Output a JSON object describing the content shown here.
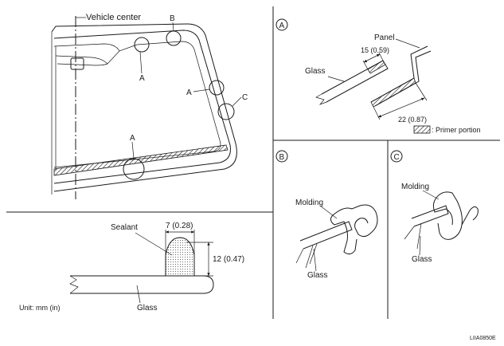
{
  "windshield": {
    "vehicle_center_label": "Vehicle center",
    "label_a_top": "A",
    "label_b": "B",
    "label_a_right": "A",
    "label_c": "C",
    "label_a_bottom": "A"
  },
  "section_a": {
    "letter": "A",
    "panel_label": "Panel",
    "glass_label": "Glass",
    "dim_15": "15 (0.59)",
    "dim_22": "22 (0.87)",
    "legend_text": ": Primer portion"
  },
  "section_b": {
    "letter": "B",
    "molding_label": "Molding",
    "glass_label": "Glass"
  },
  "section_c": {
    "letter": "C",
    "molding_label": "Molding",
    "glass_label": "Glass"
  },
  "sealant": {
    "sealant_label": "Sealant",
    "dim_width": "7 (0.28)",
    "dim_height": "12 (0.47)",
    "glass_label": "Glass",
    "unit_label": "Unit: mm (in)"
  },
  "figure_code": "LIIA0850E"
}
